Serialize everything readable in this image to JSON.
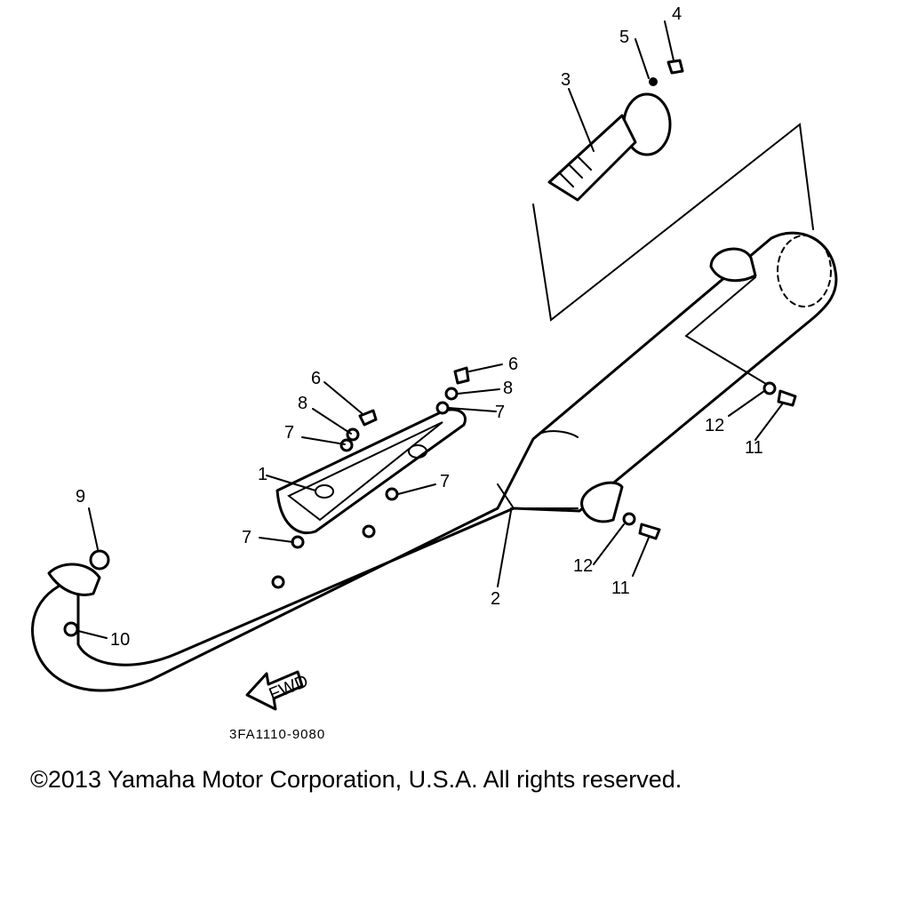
{
  "callouts": {
    "c1": "1",
    "c2": "2",
    "c3": "3",
    "c4": "4",
    "c5": "5",
    "c6a": "6",
    "c6b": "6",
    "c7a": "7",
    "c7b": "7",
    "c7c": "7",
    "c7d": "7",
    "c8a": "8",
    "c8b": "8",
    "c9": "9",
    "c10": "10",
    "c11a": "11",
    "c11b": "11",
    "c12a": "12",
    "c12b": "12"
  },
  "fwd_label": "FWD",
  "diagram_code": "3FA1110-9080",
  "copyright": "©2013 Yamaha Motor Corporation, U.S.A. All rights reserved."
}
